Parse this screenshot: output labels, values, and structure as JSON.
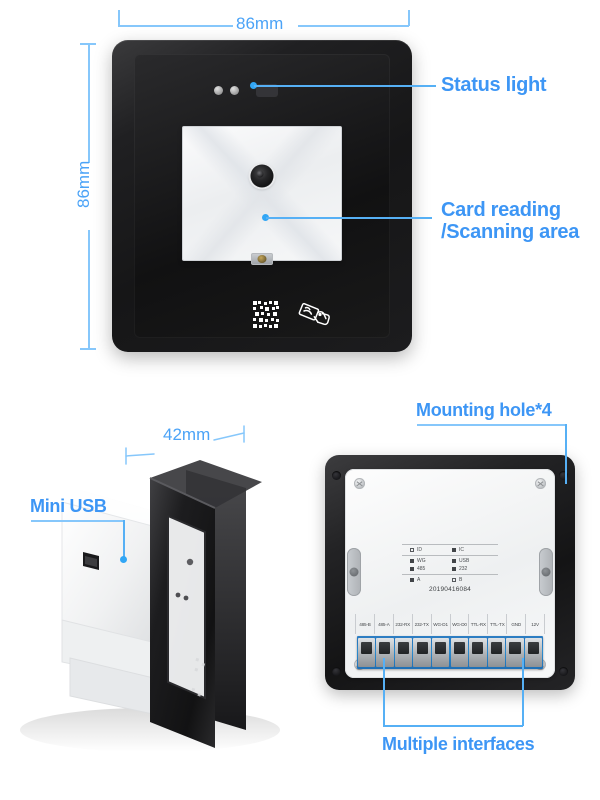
{
  "page": {
    "background": "#ffffff",
    "accent_color": "#3d96f5",
    "dim_color": "#4ba3f7",
    "leader_color": "#56b0f5"
  },
  "front_view": {
    "dimensions": {
      "width_label": "86mm",
      "height_label": "86mm"
    },
    "callouts": [
      {
        "id": "status-light",
        "label": "Status light"
      },
      {
        "id": "card-reading",
        "label": "Card reading\n/Scanning area"
      }
    ],
    "icons": {
      "qr_icon": "qr-code-icon",
      "nfc_icon": "nfc-card-tap-icon",
      "camera_icon": "camera-lens-icon",
      "led_icons": [
        "led-indicator-1",
        "led-indicator-2"
      ]
    }
  },
  "side_view": {
    "dimensions": {
      "depth_label": "42mm"
    },
    "callouts": [
      {
        "id": "mini-usb",
        "label": "Mini USB"
      }
    ],
    "icons": {
      "usb_port": "mini-usb-port-icon"
    }
  },
  "back_view": {
    "callouts": [
      {
        "id": "mounting-hole",
        "label": "Mounting hole*4"
      },
      {
        "id": "multiple-interfaces",
        "label": "Multiple interfaces"
      }
    ],
    "spec_label": {
      "rows": [
        [
          {
            "text": "ID",
            "checked": false
          },
          {
            "text": "IC",
            "checked": true
          }
        ],
        [
          {
            "text": "WG",
            "checked": true
          },
          {
            "text": "USB",
            "checked": true
          }
        ],
        [
          {
            "text": "485",
            "checked": true
          },
          {
            "text": "232",
            "checked": true
          }
        ],
        [
          {
            "text": "A",
            "checked": true
          },
          {
            "text": "B",
            "checked": false
          }
        ]
      ],
      "serial": "20190416084"
    },
    "terminals": [
      "485-B",
      "485-A",
      "232-RX",
      "232-TX",
      "WG-D1",
      "WG-D0",
      "TTL-RX",
      "TTL-TX",
      "GND",
      "12V"
    ],
    "hardware": {
      "screw_count": 4,
      "mounting_hole_count": 4,
      "side_slot_count": 2
    }
  }
}
